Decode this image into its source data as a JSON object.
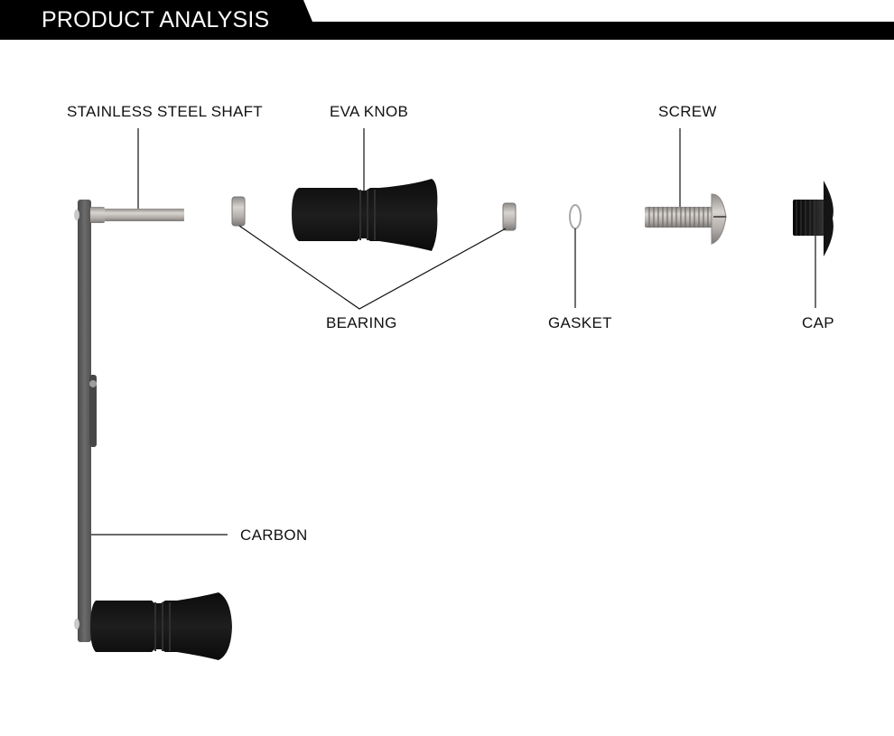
{
  "header": {
    "title": "PRODUCT ANALYSIS",
    "bar_color": "#000000"
  },
  "parts": {
    "shaft": {
      "label": "STAINLESS STEEL SHAFT"
    },
    "knob": {
      "label": "EVA KNOB"
    },
    "screw": {
      "label": "SCREW"
    },
    "bearing": {
      "label": "BEARING"
    },
    "gasket": {
      "label": "GASKET"
    },
    "cap": {
      "label": "CAP"
    },
    "carbon": {
      "label": "CARBON"
    }
  },
  "colors": {
    "text": "#111111",
    "leader_line": "#111111",
    "carbon_arm": "#5a5a5a",
    "eva_foam": "#151515",
    "steel": "#b9b4b0"
  }
}
